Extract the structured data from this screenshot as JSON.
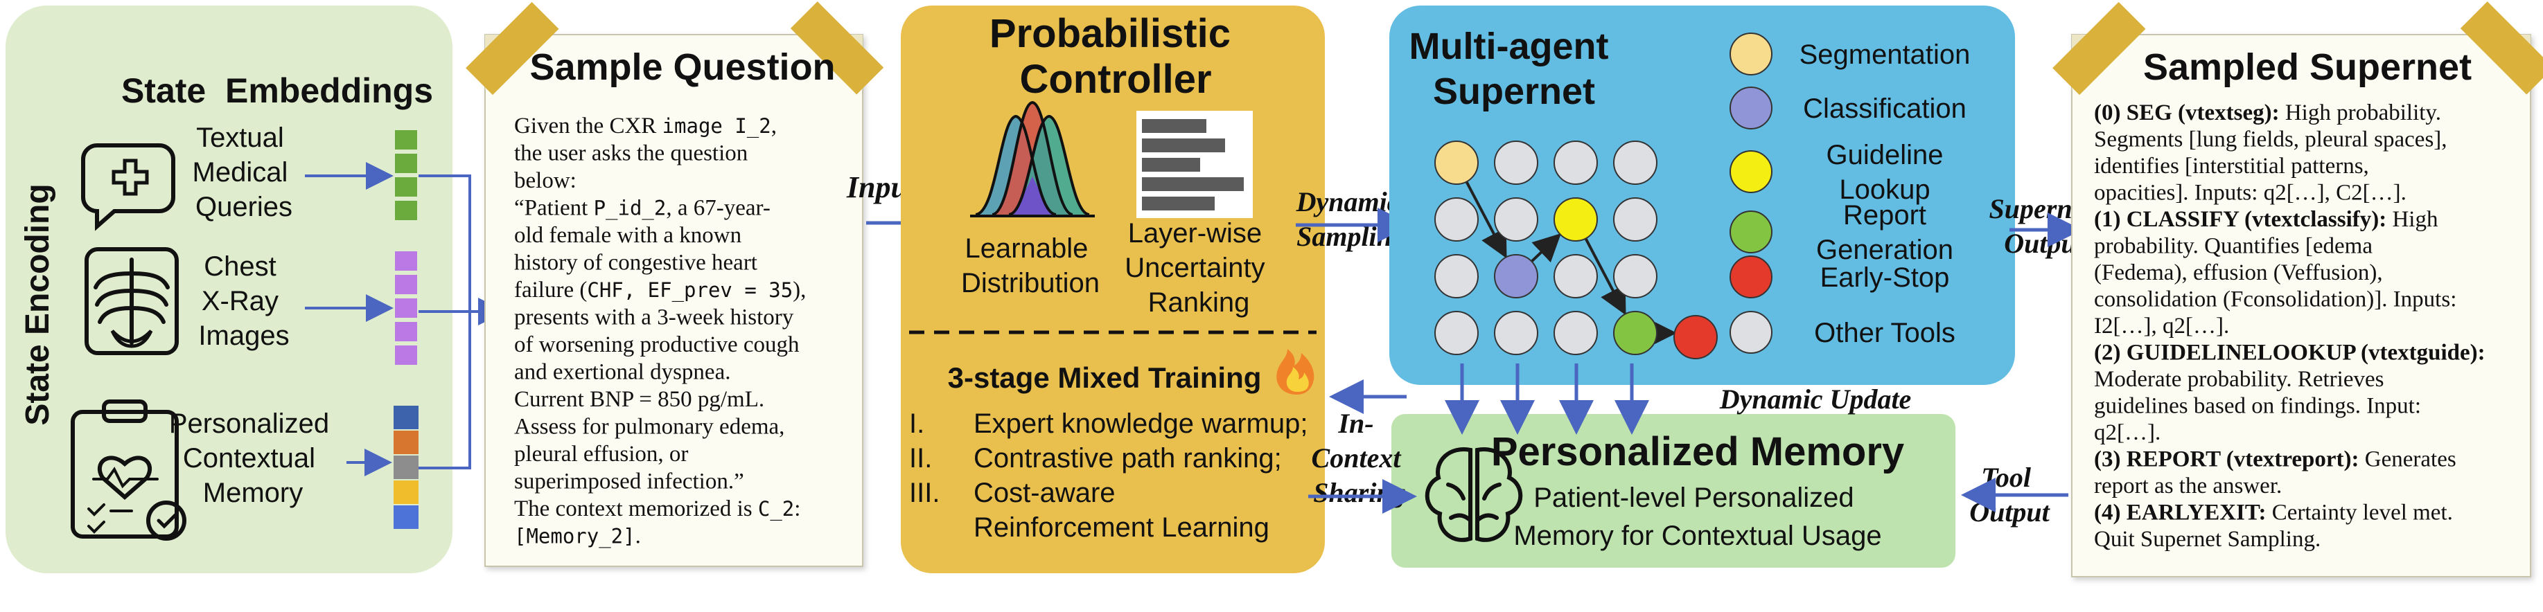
{
  "colors": {
    "state_panel": "#dfeccd",
    "note_paper": "#fdfcf2",
    "tape": "#d9b13b",
    "controller_panel": "#e9c04e",
    "supernet_panel": "#63bde3",
    "memory_panel": "#bfe3ae",
    "arrow": "#4a66c0",
    "node_grey": "#dedfe3",
    "node_yellow_light": "#f7dc8d",
    "node_purple": "#8f95d6",
    "node_yellow": "#f4ee12",
    "node_green": "#84c443",
    "node_red": "#e33a2c",
    "embed_green": "#6bab3e",
    "embed_purple": "#bb79e6",
    "embed_stack": [
      "#3e63ad",
      "#d7772f",
      "#8d8d8d",
      "#f0bd2c",
      "#4e73d8"
    ]
  },
  "state_encoding": {
    "side_label": "State Encoding",
    "header": "State  Embeddings",
    "inputs": [
      {
        "lines": [
          "Textual",
          "Medical",
          "Queries"
        ],
        "icon": "chat-plus-icon"
      },
      {
        "lines": [
          "Chest",
          "X-Ray",
          "Images"
        ],
        "icon": "chest-xray-icon"
      },
      {
        "lines": [
          "Personalized",
          "Contextual",
          "Memory"
        ],
        "icon": "clipboard-heart-icon"
      }
    ]
  },
  "sample_question": {
    "title": "Sample Question",
    "text_lines": [
      [
        [
          "Given the CXR ",
          "s"
        ],
        [
          "image I_2",
          "m"
        ],
        [
          ",",
          "s"
        ]
      ],
      [
        [
          "the user asks  the question",
          "s"
        ]
      ],
      [
        [
          "below:",
          "s"
        ]
      ],
      [
        [
          "“Patient ",
          "s"
        ],
        [
          "P_id_2",
          "m"
        ],
        [
          ", a 67-year-",
          "s"
        ]
      ],
      [
        [
          "old female with a known",
          "s"
        ]
      ],
      [
        [
          "history of congestive heart",
          "s"
        ]
      ],
      [
        [
          "failure (",
          "s"
        ],
        [
          "CHF, EF_prev = 35",
          "m"
        ],
        [
          "),",
          "s"
        ]
      ],
      [
        [
          "presents with a 3-week history",
          "s"
        ]
      ],
      [
        [
          "of worsening productive cough",
          "s"
        ]
      ],
      [
        [
          "and exertional dyspnea.",
          "s"
        ]
      ],
      [
        [
          "Current BNP = 850 pg/mL.",
          "s"
        ]
      ],
      [
        [
          "Assess for pulmonary edema,",
          "s"
        ]
      ],
      [
        [
          "pleural effusion, or",
          "s"
        ]
      ],
      [
        [
          "superimposed infection.”",
          "s"
        ]
      ],
      [
        [
          "The context memorized is ",
          "s"
        ],
        [
          "C_2",
          "m"
        ],
        [
          ":",
          "s"
        ]
      ],
      [
        [
          "[Memory_2]",
          "m"
        ],
        [
          ".",
          "s"
        ]
      ]
    ]
  },
  "connectors": {
    "input": "Input",
    "dynamic_sampling": [
      "Dynamic",
      "Sampling"
    ],
    "supernet_output": [
      "Supernet",
      "Output"
    ],
    "tool_output": [
      "Tool",
      "Output"
    ],
    "in_context_sharing": [
      "In-",
      "Context",
      "Sharing"
    ],
    "dynamic_update": "Dynamic Update"
  },
  "controller": {
    "title_lines": [
      "Probabilistic",
      "Controller"
    ],
    "distribution_label": [
      "Learnable",
      "Distribution"
    ],
    "ranking_label": [
      "Layer-wise",
      "Uncertainty",
      "Ranking"
    ],
    "ranking_bars": [
      0.62,
      0.8,
      0.56,
      0.98,
      0.7
    ],
    "training_title": "3-stage Mixed Training",
    "training_icon": "fire-icon",
    "stages": [
      {
        "num": "I.",
        "lines": [
          "Expert knowledge warmup;"
        ]
      },
      {
        "num": "II.",
        "lines": [
          "Contrastive path ranking;"
        ]
      },
      {
        "num": "III.",
        "lines": [
          "Cost-aware",
          "Reinforcement Learning"
        ]
      }
    ]
  },
  "supernet": {
    "title_lines": [
      "Multi-agent",
      "Supernet"
    ],
    "legend": [
      {
        "color": "#f7dc8d",
        "lines": [
          "Segmentation"
        ]
      },
      {
        "color": "#8f95d6",
        "lines": [
          "Classification"
        ]
      },
      {
        "color": "#f4ee12",
        "lines": [
          "Guideline",
          "Lookup"
        ]
      },
      {
        "color": "#84c443",
        "lines": [
          "Report",
          "Generation"
        ]
      },
      {
        "color": "#e33a2c",
        "lines": [
          "Early-Stop"
        ]
      },
      {
        "color": "#dedfe3",
        "lines": [
          "Other Tools"
        ]
      }
    ]
  },
  "memory": {
    "title": "Personalized Memory",
    "lines": [
      "Patient-level Personalized",
      "Memory for Contextual Usage"
    ],
    "icon": "brain-icon"
  },
  "sampled_supernet": {
    "title": "Sampled Supernet",
    "lines": [
      [
        [
          "(0) SEG (vtextseg):",
          "b"
        ],
        [
          " High probability.",
          "r"
        ]
      ],
      [
        [
          "Segments [lung fields, pleural spaces],",
          "r"
        ]
      ],
      [
        [
          "identifies [interstitial patterns,",
          "r"
        ]
      ],
      [
        [
          "opacities]. Inputs: q2[…], C2[…].",
          "r"
        ]
      ],
      [
        [
          "(1) CLASSIFY (vtextclassify):",
          "b"
        ],
        [
          " High",
          "r"
        ]
      ],
      [
        [
          "probability. Quantifies [edema",
          "r"
        ]
      ],
      [
        [
          "(Fedema), effusion (Veffusion),",
          "r"
        ]
      ],
      [
        [
          "consolidation (Fconsolidation)]. Inputs:",
          "r"
        ]
      ],
      [
        [
          "I2[…], q2[…].",
          "r"
        ]
      ],
      [
        [
          "(2) GUIDELINELOOKUP (vtextguide):",
          "b"
        ]
      ],
      [
        [
          "Moderate probability. Retrieves",
          "r"
        ]
      ],
      [
        [
          "guidelines based on findings. Input:",
          "r"
        ]
      ],
      [
        [
          "q2[…].",
          "r"
        ]
      ],
      [
        [
          "(3) REPORT (vtextreport):",
          "b"
        ],
        [
          " Generates",
          "r"
        ]
      ],
      [
        [
          "report as the answer.",
          "r"
        ]
      ],
      [
        [
          "(4) EARLYEXIT:",
          "b"
        ],
        [
          " Certainty level met.",
          "r"
        ]
      ],
      [
        [
          "Quit Supernet Sampling.",
          "r"
        ]
      ]
    ]
  }
}
